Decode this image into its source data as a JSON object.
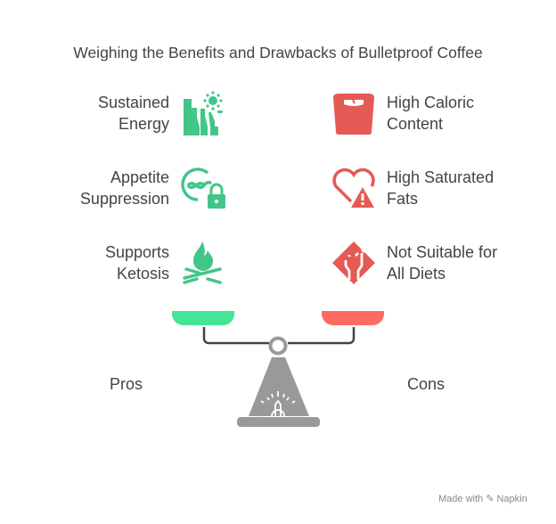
{
  "title": "Weighing the Benefits and Drawbacks of Bulletproof Coffee",
  "pros": {
    "label": "Pros",
    "color": "#42C688",
    "items": [
      {
        "line1": "Sustained",
        "line2": "Energy",
        "icon": "waterfall-sun-icon"
      },
      {
        "line1": "Appetite",
        "line2": "Suppression",
        "icon": "dna-lock-icon"
      },
      {
        "line1": "Supports",
        "line2": "Ketosis",
        "icon": "campfire-icon"
      }
    ]
  },
  "cons": {
    "label": "Cons",
    "color": "#E55A54",
    "items": [
      {
        "line1": "High Caloric",
        "line2": "Content",
        "icon": "bathroom-scale-icon"
      },
      {
        "line1": "High Saturated",
        "line2": "Fats",
        "icon": "heart-warning-icon"
      },
      {
        "line1": "Not Suitable for",
        "line2": "All Diets",
        "icon": "diverging-road-sign-icon"
      }
    ]
  },
  "footer": {
    "made_with": "Made with",
    "brand": "Napkin"
  }
}
